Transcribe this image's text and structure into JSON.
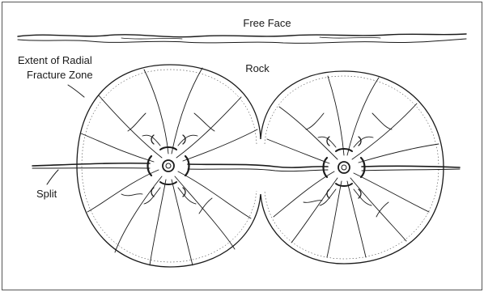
{
  "labels": {
    "free_face": "Free Face",
    "rock": "Rock",
    "radial_zone_line1": "Extent of Radial",
    "radial_zone_line2": "Fracture Zone",
    "split": "Split"
  },
  "colors": {
    "ink": "#1a1a1a",
    "frame": "#555555",
    "background": "#ffffff"
  }
}
